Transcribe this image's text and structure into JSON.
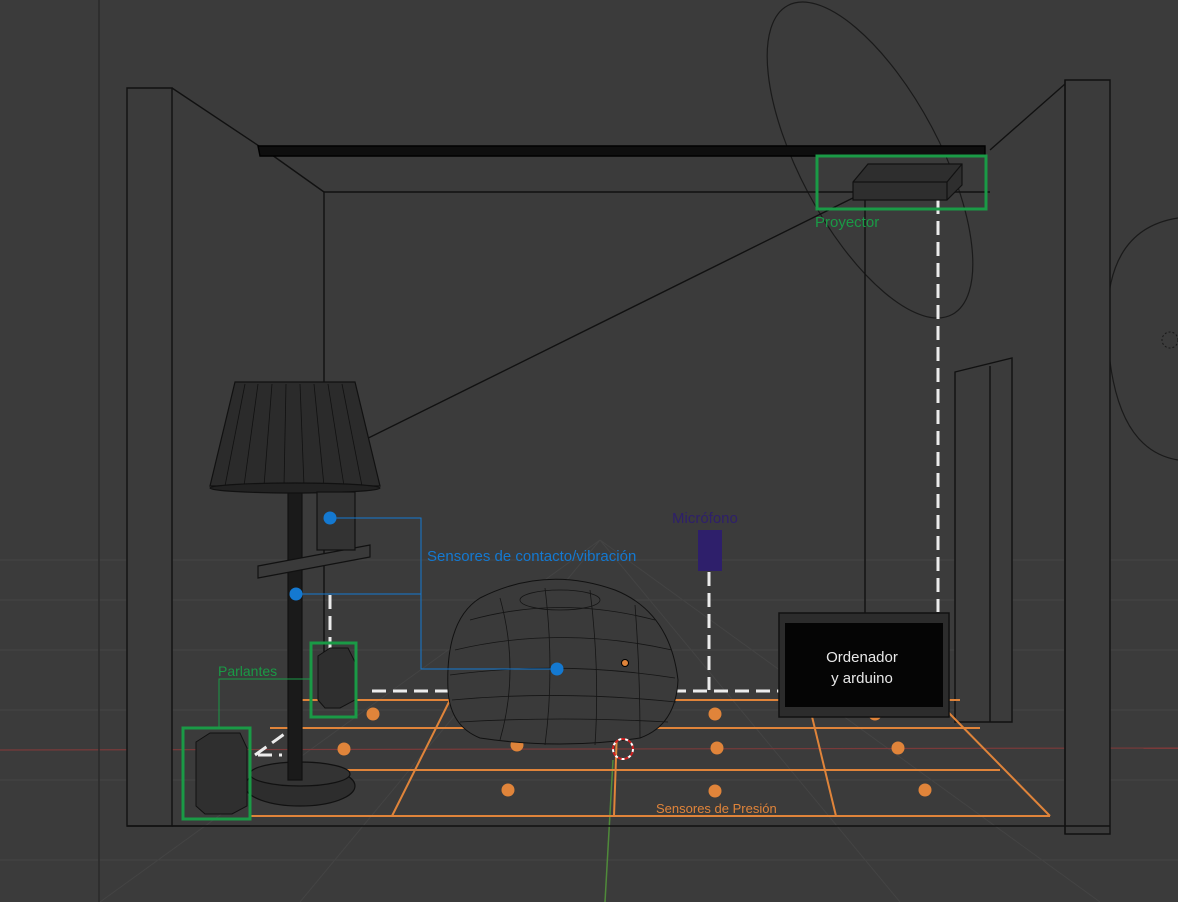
{
  "labels": {
    "projector": "Proyector",
    "microphone": "Micrófono",
    "contact_sensors": "Sensores de contacto/vibración",
    "speakers": "Parlantes",
    "computer_line1": "Ordenador",
    "computer_line2": "y arduino",
    "pressure_sensors": "Sensores de Presión"
  },
  "colors": {
    "background": "#3b3b3b",
    "wireframe": "#111111",
    "green": "#1a9a46",
    "blue": "#1479d1",
    "orange": "#e0843a",
    "purple": "#2e1f6b",
    "white_dashed": "#ececec"
  },
  "icons": {
    "lamp": "floor-lamp",
    "speaker": "speaker",
    "beanbag": "beanbag-chair",
    "projector": "projector",
    "microphone": "microphone",
    "computer": "monitor"
  }
}
